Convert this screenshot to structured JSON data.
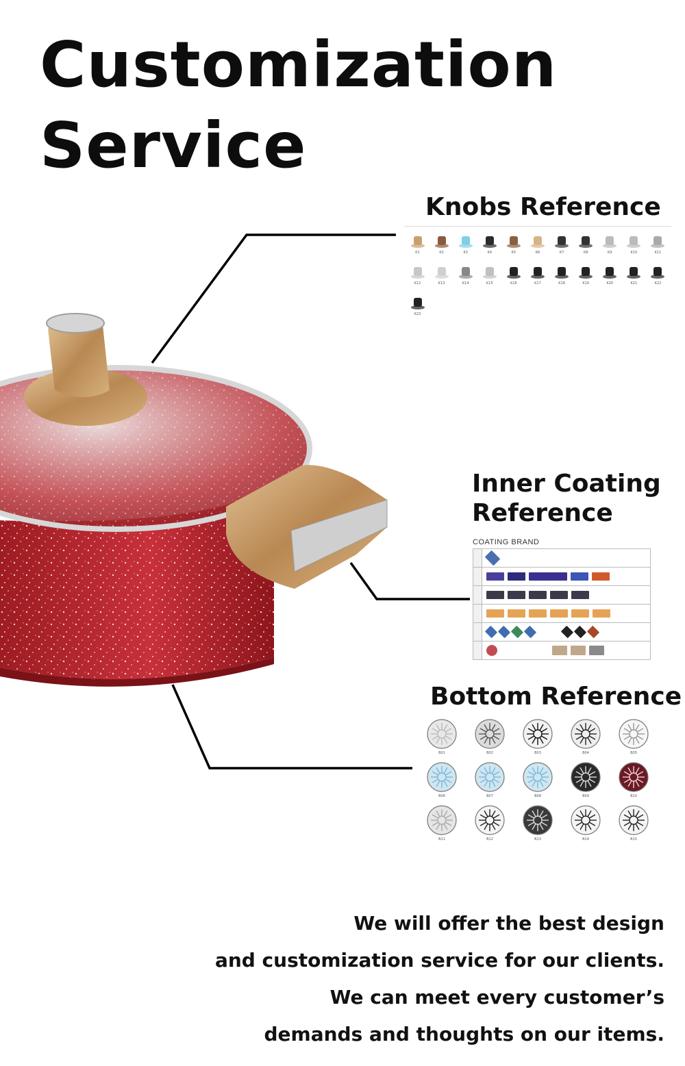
{
  "title_lines": [
    "Customization",
    "Service"
  ],
  "sections": {
    "knobs": "Knobs Reference",
    "coating_line1": "Inner Coating",
    "coating_line2": "Reference",
    "bottom": "Bottom Reference"
  },
  "knob_codes": [
    "K1",
    "K2",
    "K3",
    "K4",
    "K5",
    "K6",
    "K7",
    "K8",
    "K9",
    "K10",
    "K11",
    "K12",
    "K13",
    "K14",
    "K15",
    "K16",
    "K17",
    "K18",
    "K19",
    "K20",
    "K21",
    "K22",
    "K23"
  ],
  "coating_header": "COATING BRAND",
  "bottom_codes": [
    "B01",
    "B02",
    "B03",
    "B04",
    "B05",
    "B06",
    "B07",
    "B08",
    "B09",
    "B10",
    "B11",
    "B12",
    "B13",
    "B14",
    "B15"
  ],
  "description": [
    "We will offer the best design",
    "and customization service for our clients.",
    "We can meet  every customer’s",
    "demands and thoughts on our items."
  ],
  "colors": {
    "pot_red": "#c0262c",
    "wood": "#c9a06c",
    "steel": "#c8c8c8"
  }
}
